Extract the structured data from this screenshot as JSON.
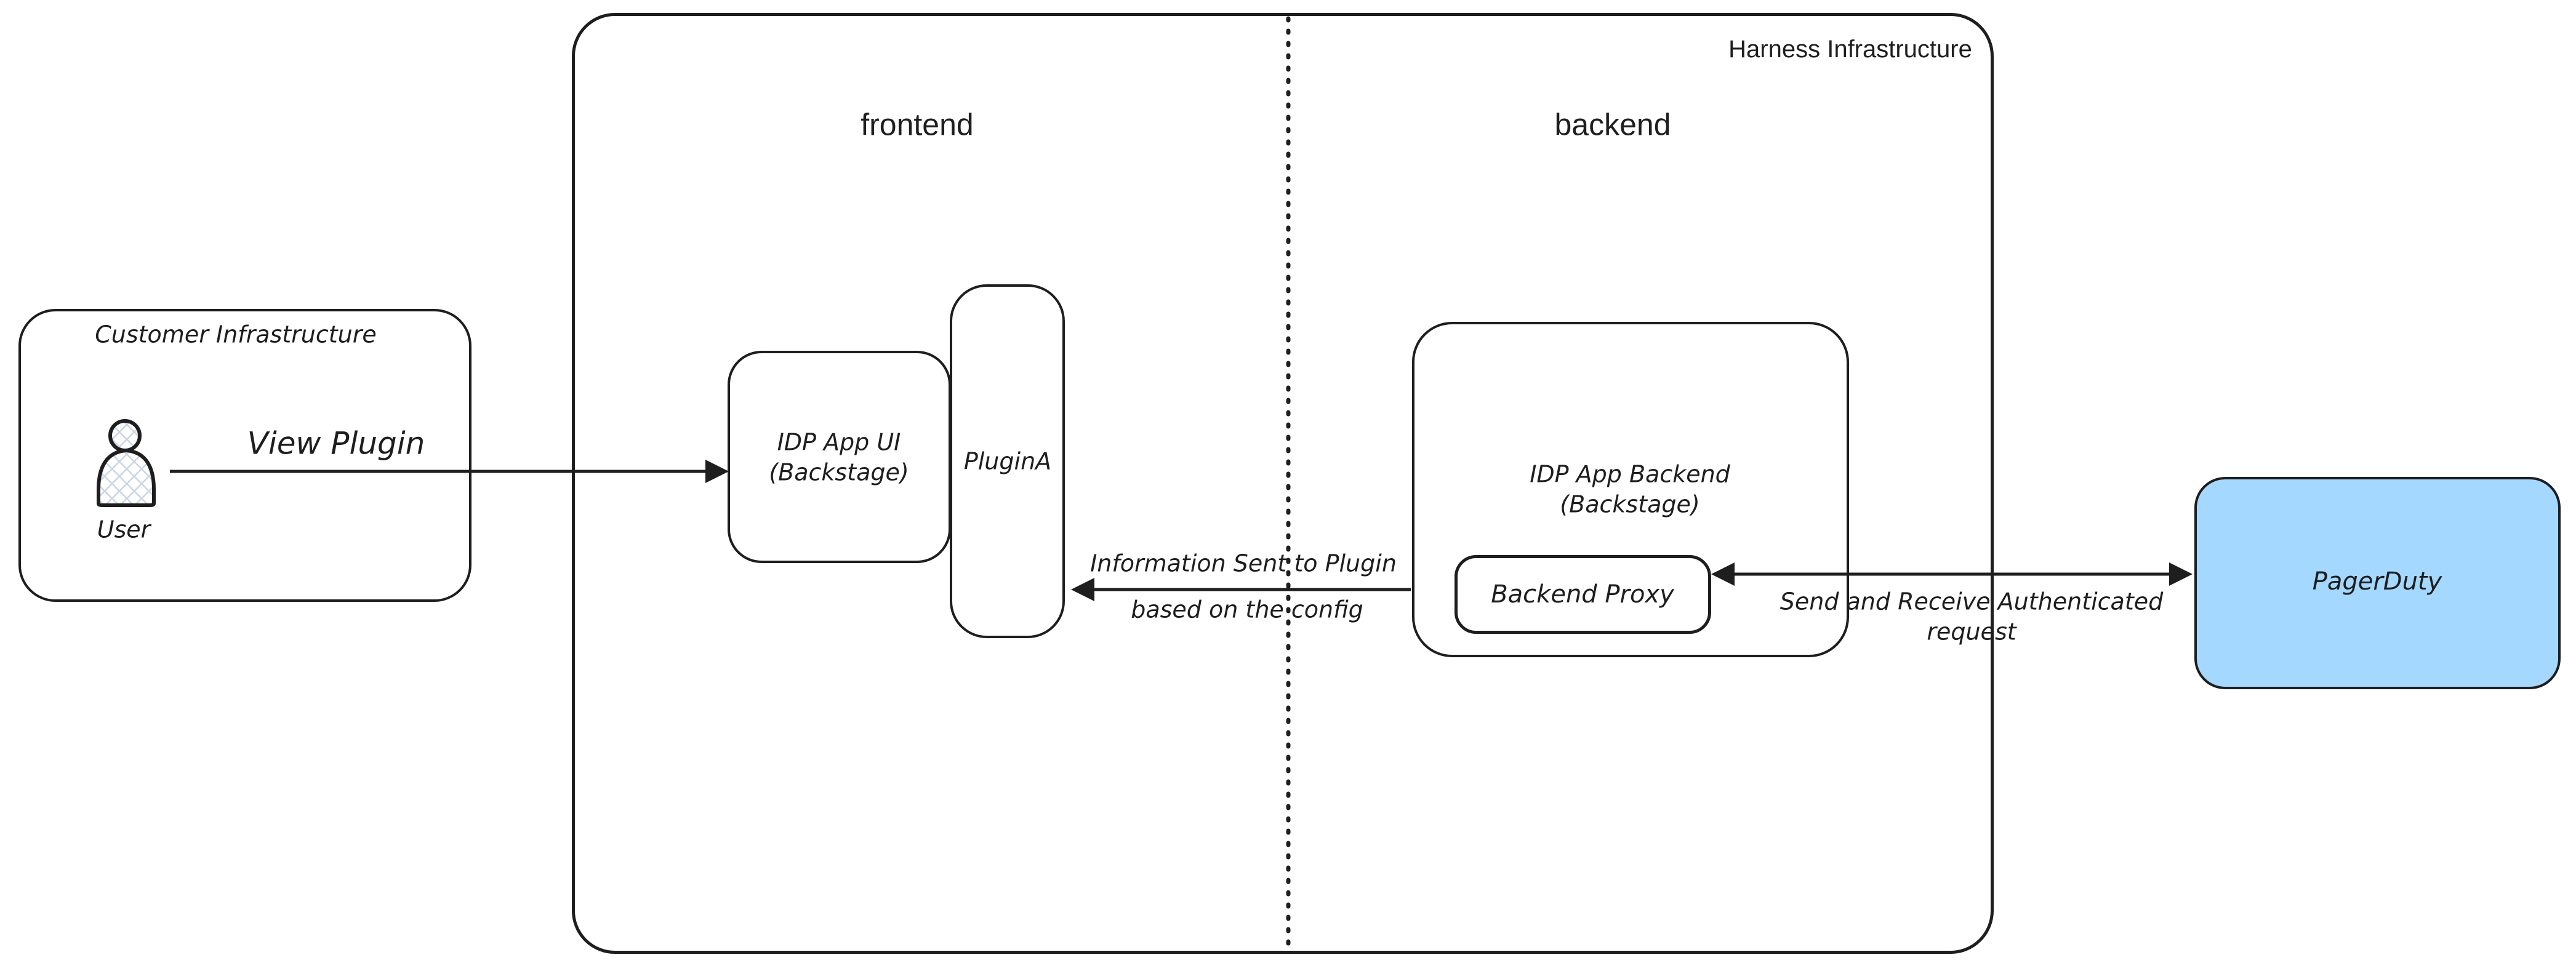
{
  "canvas": {
    "background": "#ffffff",
    "stroke_color": "#1e1e1e"
  },
  "harness": {
    "title": "Harness Infrastructure",
    "frontend_label": "frontend",
    "backend_label": "backend"
  },
  "customer": {
    "title": "Customer Infrastructure",
    "user_label": "User",
    "user_icon": "person-icon",
    "user_hatch_color": "#ccd5e1"
  },
  "nodes": {
    "idp_ui": "IDP App UI\n(Backstage)",
    "plugin_a": "PluginA",
    "idp_backend": "IDP App Backend\n(Backstage)",
    "backend_proxy": "Backend Proxy",
    "pagerduty": {
      "label": "PagerDuty",
      "fill": "#a5d8ff"
    }
  },
  "arrows": {
    "view_plugin_label": "View Plugin",
    "info_label_top": "Information Sent to Plugin",
    "info_label_bottom": "based on the config",
    "auth_label": "Send and Receive Authenticated\nrequest"
  }
}
